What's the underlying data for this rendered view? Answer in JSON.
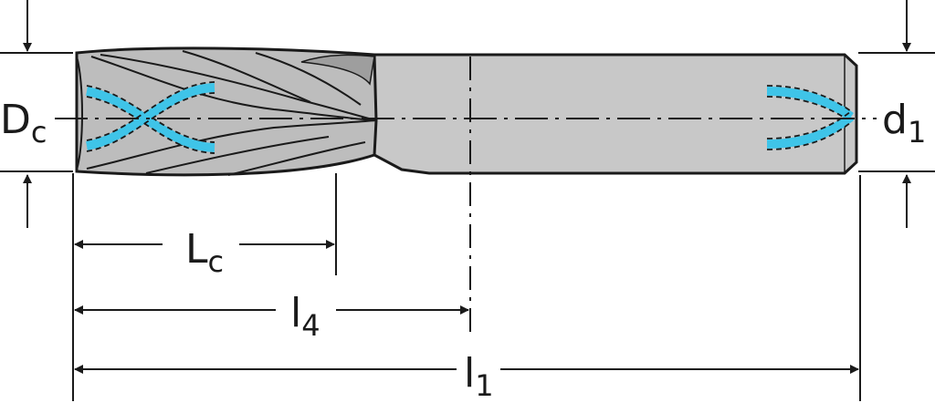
{
  "labels": {
    "Dc_main": "D",
    "Dc_sub": "c",
    "d1_main": "d",
    "d1_sub": "1",
    "Lc_main": "L",
    "Lc_sub": "c",
    "l4_main": "l",
    "l4_sub": "4",
    "l1_main": "l",
    "l1_sub": "1"
  },
  "colors": {
    "line": "#1a1a1a",
    "tool_body": "#c8c8c8",
    "tool_shade": "#a9a9a9",
    "tool_light": "#dcdcdc",
    "coolant": "#3fc4e8"
  }
}
